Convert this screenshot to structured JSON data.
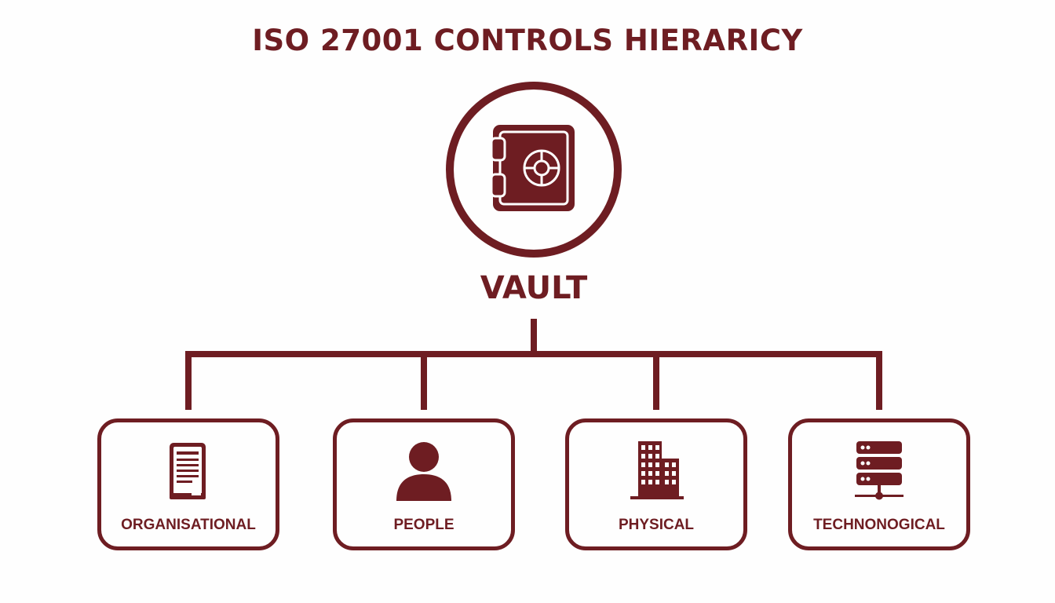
{
  "title": "ISO 27001 CONTROLS HIERARICY",
  "colors": {
    "primary": "#6e1d22",
    "background": "#fefefe"
  },
  "root": {
    "label": "VAULT",
    "icon": "safe-icon"
  },
  "categories": [
    {
      "label": "ORGANISATIONAL",
      "icon": "document-icon"
    },
    {
      "label": "PEOPLE",
      "icon": "person-icon"
    },
    {
      "label": "PHYSICAL",
      "icon": "building-icon"
    },
    {
      "label": "TECHNONOGICAL",
      "icon": "server-icon"
    }
  ]
}
